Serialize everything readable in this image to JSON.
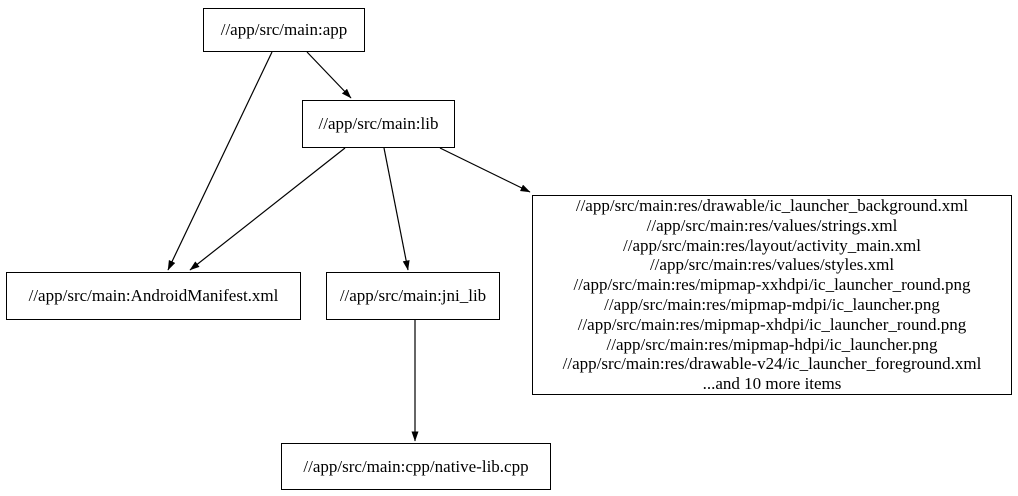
{
  "graph": {
    "background_color": "#ffffff",
    "node_border_color": "#000000",
    "edge_color": "#000000",
    "nodes": {
      "app": {
        "label": "//app/src/main:app"
      },
      "lib": {
        "label": "//app/src/main:lib"
      },
      "manifest": {
        "label": "//app/src/main:AndroidManifest.xml"
      },
      "jni_lib": {
        "label": "//app/src/main:jni_lib"
      },
      "cpp": {
        "label": "//app/src/main:cpp/native-lib.cpp"
      },
      "res_group": {
        "lines": [
          "//app/src/main:res/drawable/ic_launcher_background.xml",
          "//app/src/main:res/values/strings.xml",
          "//app/src/main:res/layout/activity_main.xml",
          "//app/src/main:res/values/styles.xml",
          "//app/src/main:res/mipmap-xxhdpi/ic_launcher_round.png",
          "//app/src/main:res/mipmap-mdpi/ic_launcher.png",
          "//app/src/main:res/mipmap-xhdpi/ic_launcher_round.png",
          "//app/src/main:res/mipmap-hdpi/ic_launcher.png",
          "//app/src/main:res/drawable-v24/ic_launcher_foreground.xml",
          "...and 10 more items"
        ]
      }
    },
    "edges": [
      {
        "from": "app",
        "to": "lib"
      },
      {
        "from": "app",
        "to": "manifest"
      },
      {
        "from": "lib",
        "to": "manifest"
      },
      {
        "from": "lib",
        "to": "jni_lib"
      },
      {
        "from": "lib",
        "to": "res_group"
      },
      {
        "from": "jni_lib",
        "to": "cpp"
      }
    ]
  }
}
